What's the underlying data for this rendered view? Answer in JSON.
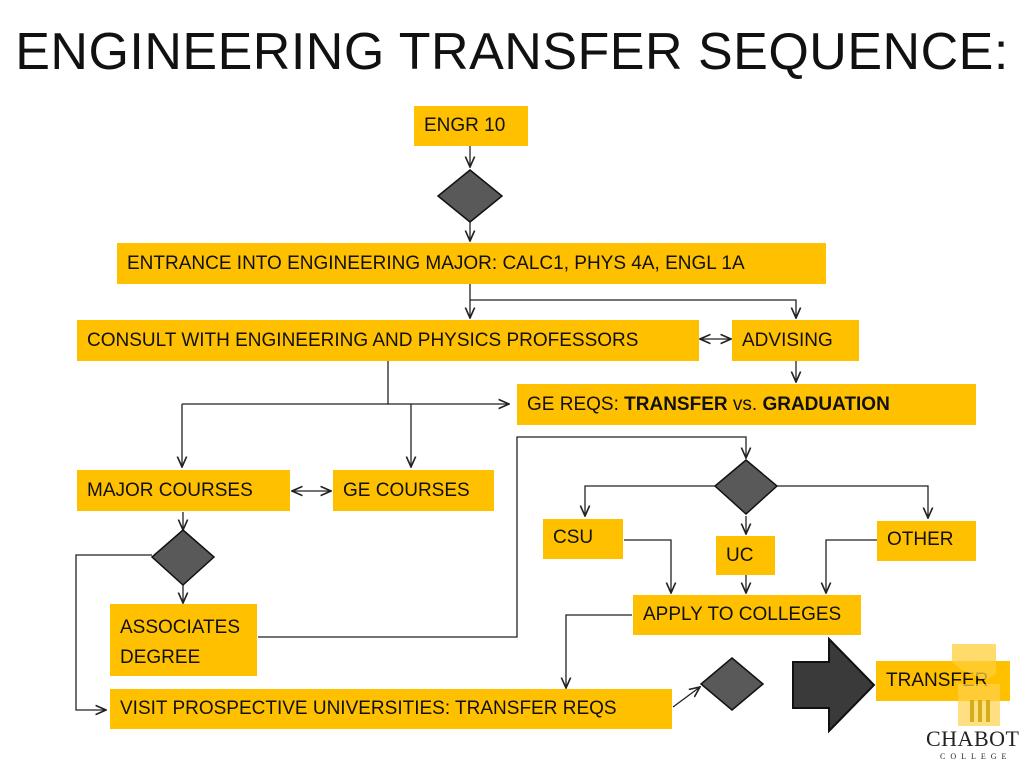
{
  "title": "ENGINEERING TRANSFER SEQUENCE:",
  "boxes": {
    "engr10": "ENGR 10",
    "entrance": "ENTRANCE INTO ENGINEERING MAJOR: CALC1, PHYS 4A, ENGL 1A",
    "consult": "CONSULT WITH ENGINEERING AND PHYSICS PROFESSORS",
    "advising": "ADVISING",
    "ge_reqs": {
      "prefix": "GE REQS: ",
      "transfer": "TRANSFER",
      "vs": " vs. ",
      "graduation": "GRADUATION"
    },
    "major_courses": "MAJOR COURSES",
    "ge_courses": "GE COURSES",
    "csu": "CSU",
    "uc": "UC",
    "other": "OTHER",
    "associates_line1": "ASSOCIATES",
    "associates_line2": "DEGREE",
    "apply": "APPLY TO COLLEGES",
    "visit": "VISIT PROSPECTIVE UNIVERSITIES: TRANSFER REQS",
    "transfer": "TRANSFER"
  },
  "logo": {
    "name": "CHABOT",
    "sub": "COLLEGE"
  },
  "colors": {
    "box_fill": "#ffc000",
    "diamond_fill": "#595959",
    "arrow_fill": "#3a3a3a",
    "line": "#222222"
  }
}
